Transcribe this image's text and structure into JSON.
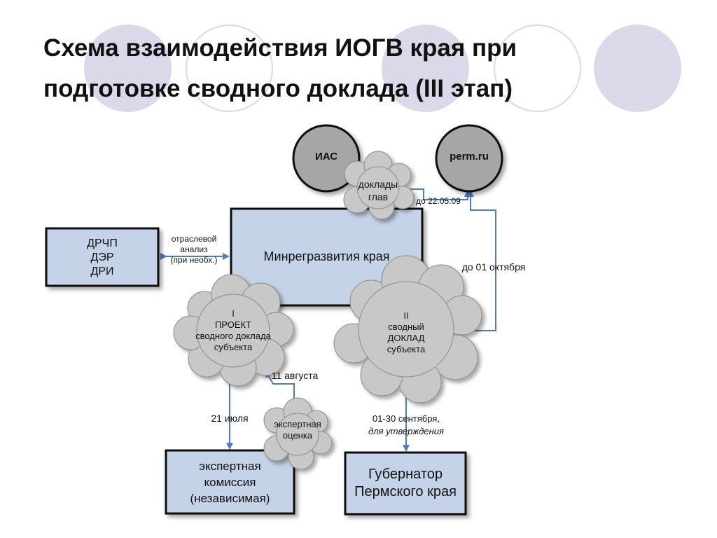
{
  "title": {
    "line1": "Схема взаимодействия ИОГВ края при",
    "line2": "подготовке сводного доклада (III этап)"
  },
  "nodes": {
    "ias": "ИАС",
    "permru": "perm.ru",
    "drchp": [
      "ДРЧП",
      "ДЭР",
      "ДРИ"
    ],
    "minreg": "Минрегразвития края",
    "ekspert_komissiya": [
      "экспертная",
      "комиссия",
      "(независимая)"
    ],
    "gubernator": [
      "Губернатор",
      "Пермского края"
    ]
  },
  "clouds": {
    "doklady_glav": [
      "доклады",
      "глав"
    ],
    "proekt": [
      "I",
      "ПРОЕКТ",
      "сводного доклада",
      "субъекта"
    ],
    "svodny": [
      "II",
      "сводный",
      "ДОКЛАД",
      "субъекта"
    ],
    "ekspertnaya_otsenka": [
      "экспертная",
      "оценка"
    ]
  },
  "edge_labels": {
    "otraslevoy": [
      "отраслевой",
      "анализ",
      "(при необх.)"
    ],
    "do_2205": "до 22.05.09",
    "do_01_oct": "до 01 октября",
    "aug_11": "11 августа",
    "jul_21": "21 июля",
    "sep": "01-30 сентября,",
    "sep_italic": "для утверждения"
  },
  "colors": {
    "box_fill": "#c5d3e8",
    "box_border": "#111111",
    "circle_fill": "#a6a6a6",
    "cloud_fill": "#c8c8c8",
    "arrow": "#4f7bc1",
    "decor": "#d9d9ea"
  }
}
